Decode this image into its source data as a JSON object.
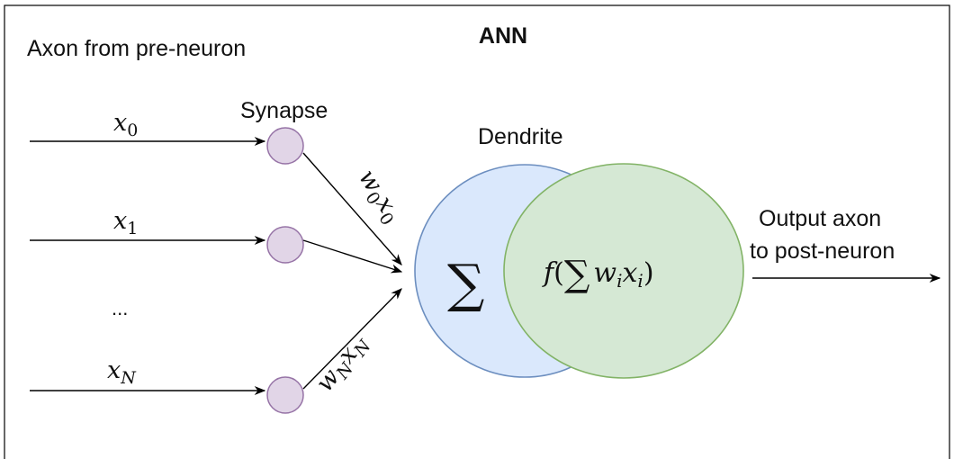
{
  "title": "ANN",
  "labels": {
    "axon_from_pre": "Axon from pre-neuron",
    "synapse": "Synapse",
    "dendrite": "Dendrite",
    "output_line1": "Output axon",
    "output_line2": "to post-neuron",
    "ellipsis": "..."
  },
  "inputs": [
    {
      "symbol": "x",
      "sub": "0"
    },
    {
      "symbol": "x",
      "sub": "1"
    },
    {
      "symbol": "x",
      "sub": "N"
    }
  ],
  "weights": [
    {
      "w": "w",
      "w_sub": "0",
      "x": "x",
      "x_sub": "0"
    },
    {
      "w": "w",
      "w_sub": "N",
      "x": "x",
      "x_sub": "N"
    }
  ],
  "sum_symbol": "∑",
  "activation": {
    "f": "f",
    "open": "(",
    "sum": "∑",
    "w": "w",
    "w_sub": "i",
    "x": "x",
    "x_sub": "i",
    "close": ")"
  },
  "colors": {
    "synapse_fill": "#e1d5e7",
    "synapse_stroke": "#9673a6",
    "blue_fill": "#dae8fc",
    "blue_stroke": "#6c8ebf",
    "green_fill": "#d5e8d4",
    "green_stroke": "#82b366"
  }
}
